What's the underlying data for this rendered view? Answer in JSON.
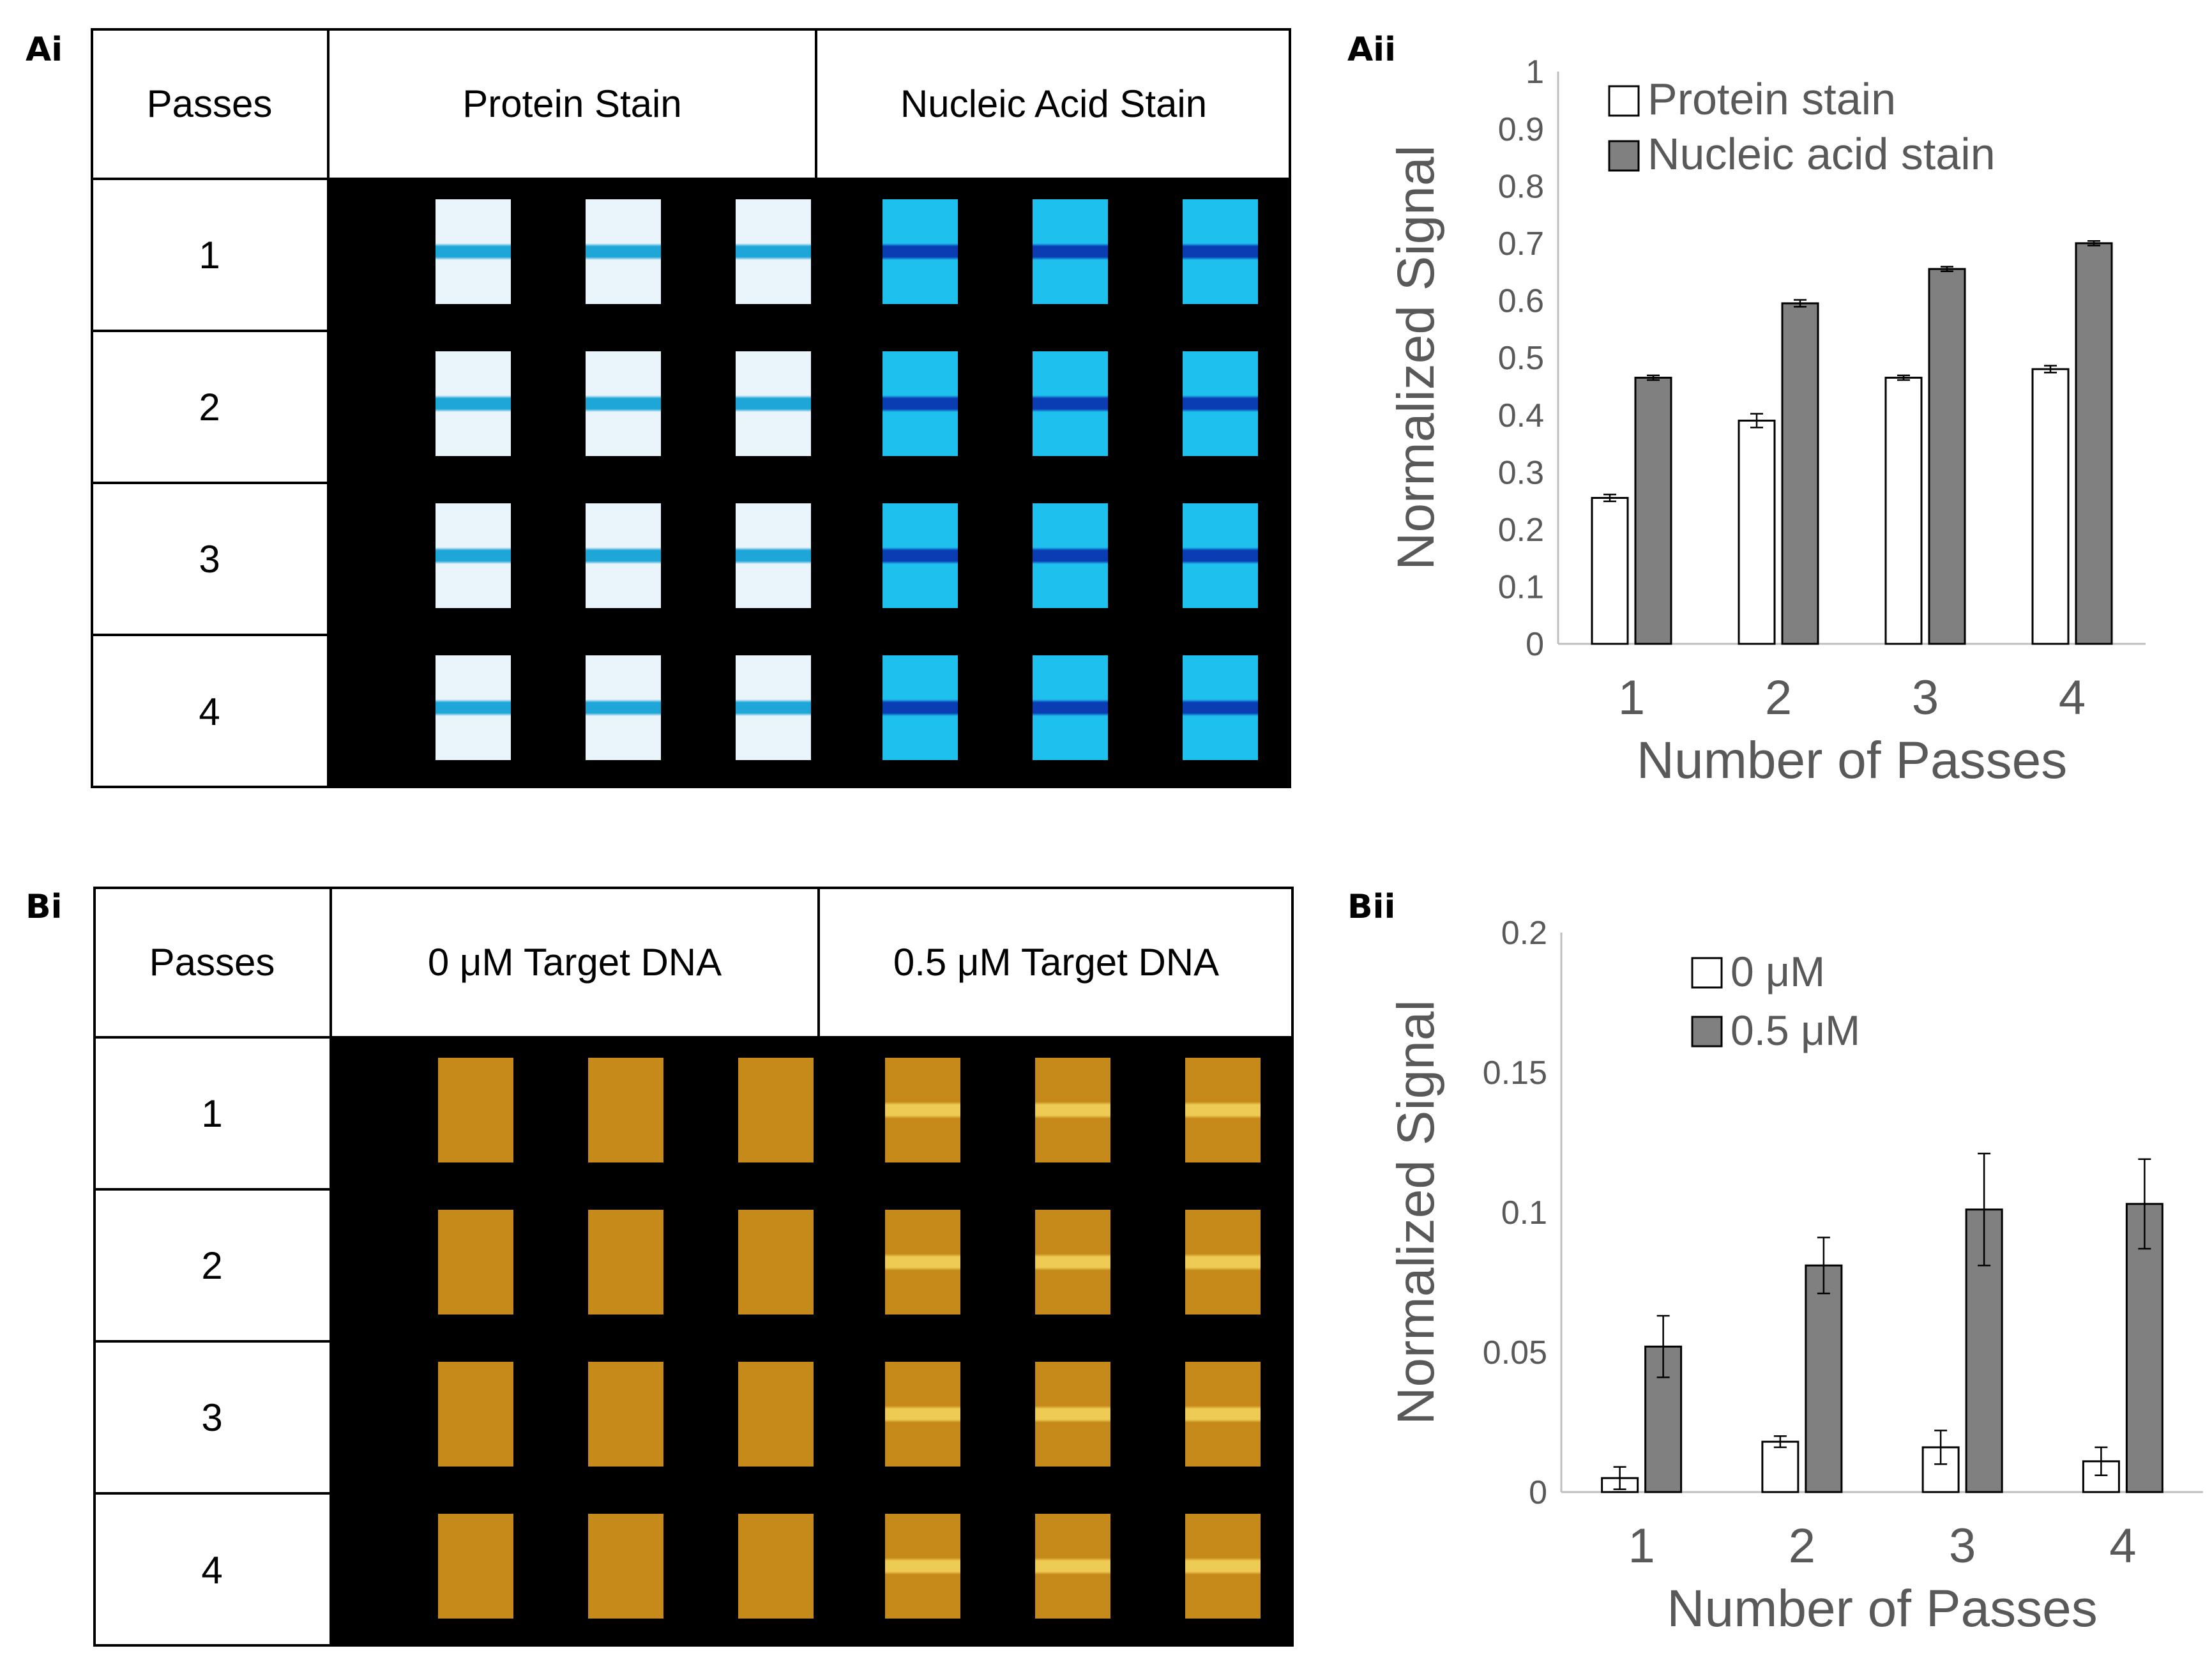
{
  "panel_labels": {
    "ai": "Ai",
    "aii": "Aii",
    "bi": "Bi",
    "bii": "Bii"
  },
  "table_a": {
    "headers": [
      "Passes",
      "Protein Stain",
      "Nucleic Acid Stain"
    ],
    "rows": [
      "1",
      "2",
      "3",
      "4"
    ]
  },
  "table_b": {
    "headers": [
      "Passes",
      "0 μM Target DNA",
      "0.5 μM Target DNA"
    ],
    "rows": [
      "1",
      "2",
      "3",
      "4"
    ]
  },
  "strip_colors": {
    "protein_bg": "#eaf4fb",
    "protein_band": "#1fa6d8",
    "nucleic_bg": "#1ec0ee",
    "nucleic_band": "#0a3cb4",
    "target_bg": "#c68a1b",
    "target_band": "#eecb54"
  },
  "chart_data": [
    {
      "type": "bar",
      "title": "",
      "xlabel": "Number of Passes",
      "ylabel": "Normalized Signal",
      "categories": [
        "1",
        "2",
        "3",
        "4"
      ],
      "ylim": [
        0,
        1
      ],
      "yticks": [
        "0",
        "0.1",
        "0.2",
        "0.3",
        "0.4",
        "0.5",
        "0.6",
        "0.7",
        "0.8",
        "0.9",
        "1"
      ],
      "legend_position": "top-left",
      "grid": false,
      "series": [
        {
          "name": "Protein stain",
          "color": "#ffffff",
          "values": [
            0.255,
            0.39,
            0.465,
            0.48
          ],
          "errors": [
            0.006,
            0.012,
            0.004,
            0.006
          ]
        },
        {
          "name": "Nucleic acid stain",
          "color": "#808080",
          "values": [
            0.465,
            0.595,
            0.655,
            0.7
          ],
          "errors": [
            0.004,
            0.006,
            0.004,
            0.004
          ]
        }
      ]
    },
    {
      "type": "bar",
      "title": "",
      "xlabel": "Number of Passes",
      "ylabel": "Normalized Signal",
      "categories": [
        "1",
        "2",
        "3",
        "4"
      ],
      "ylim": [
        0,
        0.2
      ],
      "yticks": [
        "0",
        "0.05",
        "0.1",
        "0.15",
        "0.2"
      ],
      "legend_position": "top-left",
      "grid": false,
      "series": [
        {
          "name": "0 μM",
          "color": "#ffffff",
          "values": [
            0.005,
            0.018,
            0.016,
            0.011
          ],
          "errors": [
            0.004,
            0.002,
            0.006,
            0.005
          ]
        },
        {
          "name": "0.5 μM",
          "color": "#808080",
          "values": [
            0.052,
            0.081,
            0.101,
            0.103
          ],
          "errors": [
            0.011,
            0.01,
            0.02,
            0.016
          ]
        }
      ]
    }
  ]
}
